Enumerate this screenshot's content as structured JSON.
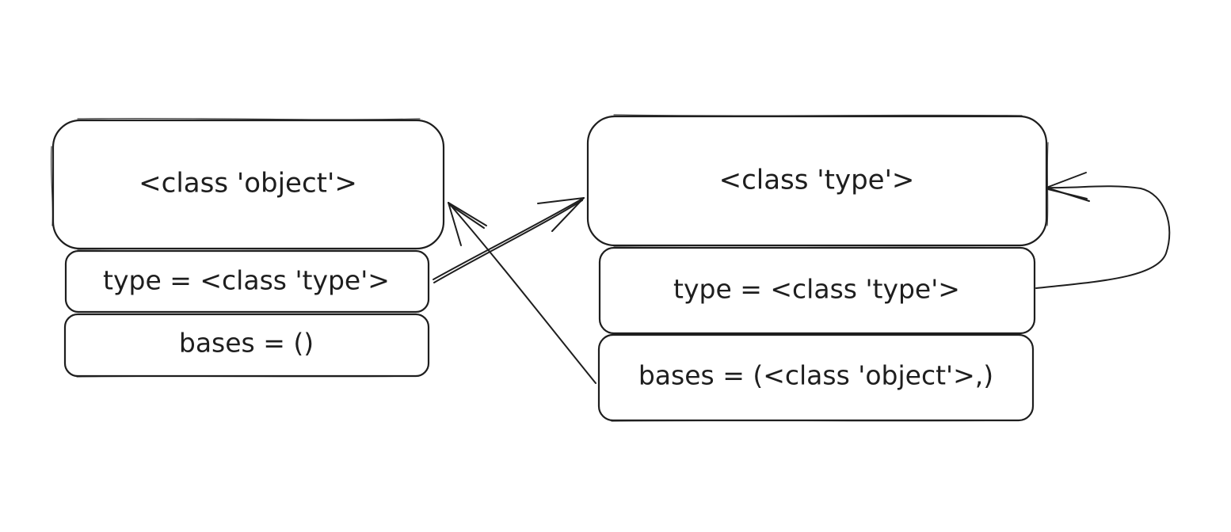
{
  "diagram": {
    "left_group": {
      "title": "<class 'object'>",
      "type_field": "type = <class 'type'>",
      "bases_field": "bases = ()"
    },
    "right_group": {
      "title": "<class 'type'>",
      "type_field": "type = <class 'type'>",
      "bases_field": "bases = (<class 'object'>,)"
    },
    "stroke_color": "#1e1e1e",
    "background_color": "#ffffff"
  }
}
